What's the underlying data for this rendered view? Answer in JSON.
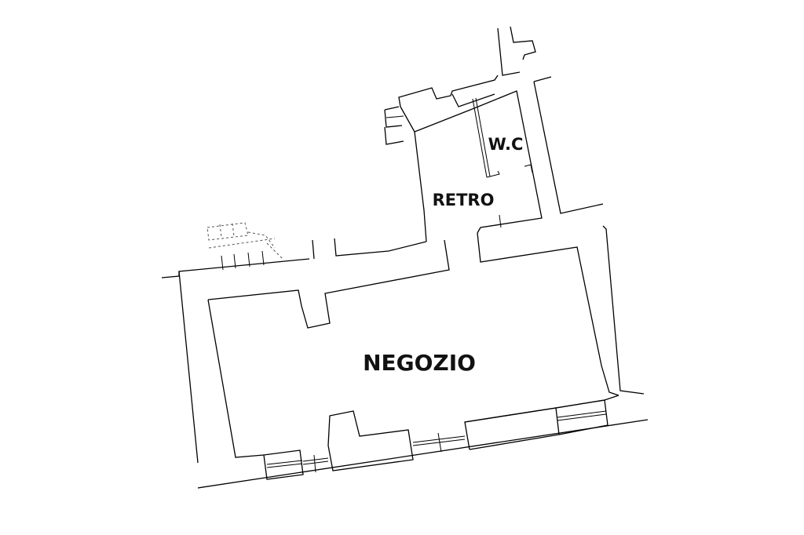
{
  "rooms": {
    "shop": "NEGOZIO",
    "back": "RETRO",
    "wc": "W.C"
  },
  "colors": {
    "wall": "#000000",
    "background": "#ffffff",
    "label": "#111111"
  }
}
